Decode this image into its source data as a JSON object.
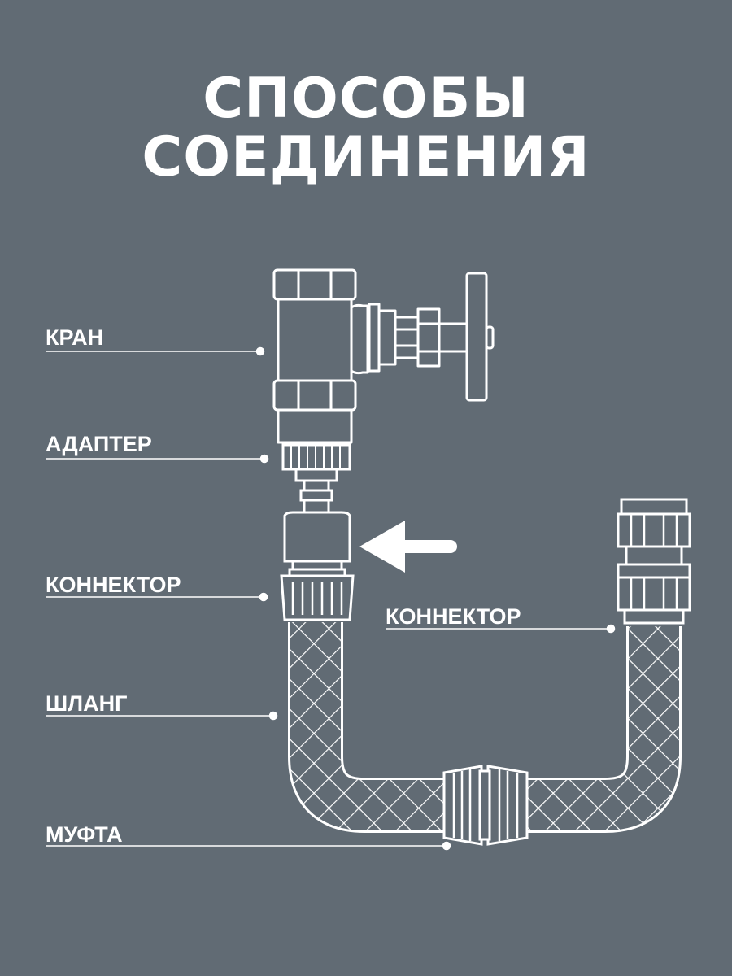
{
  "title": {
    "line1": "СПОСОБЫ",
    "line2": "СОЕДИНЕНИЯ"
  },
  "labels": {
    "tap": "КРАН",
    "adapter": "АДАПТЕР",
    "connector_left": "КОННЕКТОР",
    "connector_right": "КОННЕКТОР",
    "hose": "ШЛАНГ",
    "coupling": "МУФТА"
  },
  "colors": {
    "background": "#616b74",
    "lines": "#ffffff"
  },
  "icons": [
    "valve-illustration",
    "adapter-illustration",
    "connector-illustration",
    "hose-illustration",
    "coupling-illustration",
    "arrow-left-icon"
  ]
}
